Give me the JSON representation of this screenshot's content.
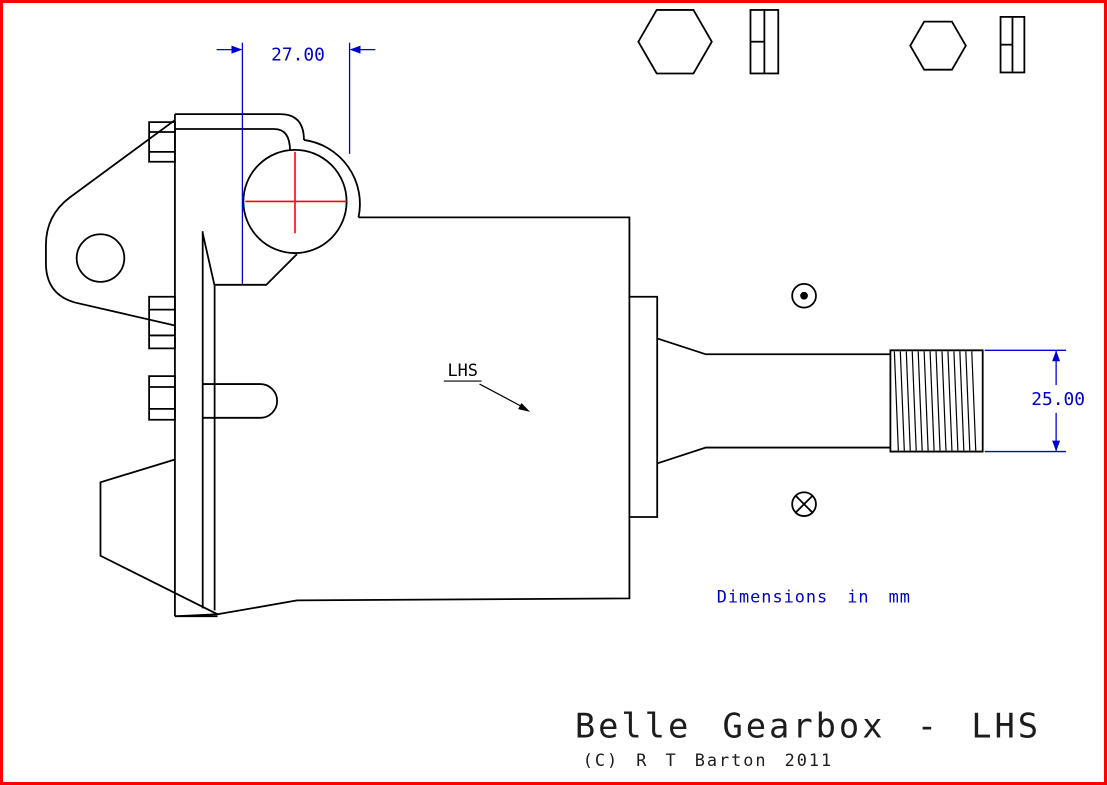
{
  "drawing": {
    "title": "Belle Gearbox - LHS",
    "copyright": "(C) R T Barton 2011",
    "units_note": "Dimensions in mm",
    "view_label": "LHS",
    "dim_width": "27.00",
    "dim_shaft_diameter": "25.00"
  },
  "colors": {
    "border": "#ff0000",
    "line": "#000000",
    "dimension": "#0000cc",
    "centerline": "#ff0000",
    "background": "#ffffff"
  },
  "symbols": {
    "top": "circle-dot-symbol",
    "bottom": "circle-cross-symbol",
    "fasteners": [
      "hex-bolt-front",
      "hex-bolt-side",
      "hex-nut-front",
      "hex-nut-side"
    ]
  }
}
